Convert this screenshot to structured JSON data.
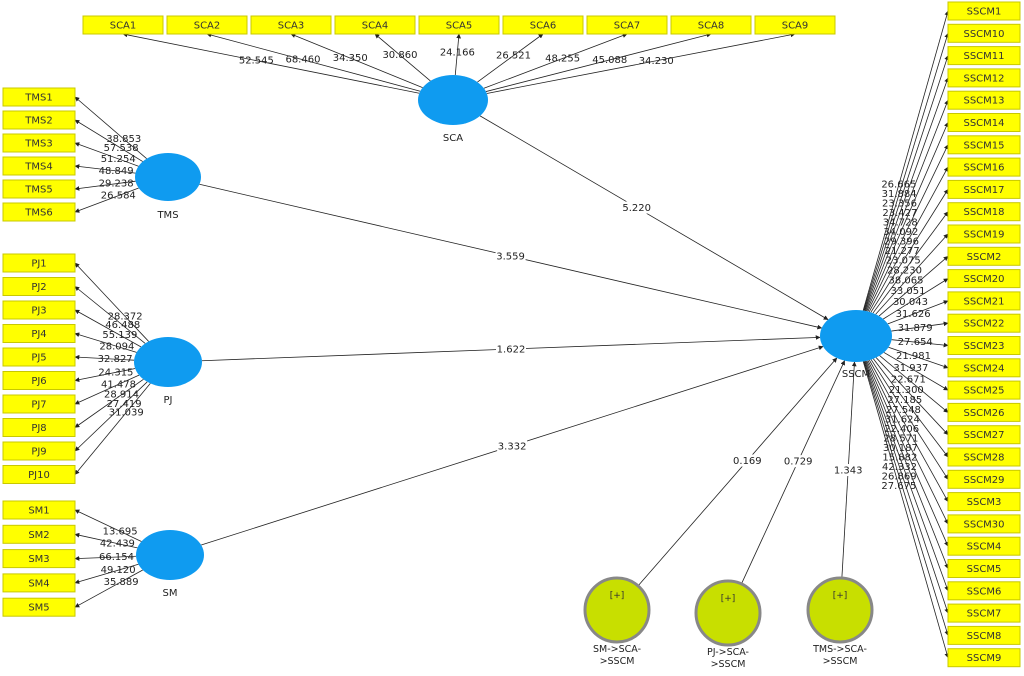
{
  "diagram": {
    "latents": [
      {
        "id": "SCA",
        "label": "SCA"
      },
      {
        "id": "TMS",
        "label": "TMS"
      },
      {
        "id": "PJ",
        "label": "PJ"
      },
      {
        "id": "SM",
        "label": "SM"
      },
      {
        "id": "SSCM",
        "label": "SSCM"
      }
    ],
    "indicators": {
      "SCA": [
        {
          "label": "SCA1",
          "weight": "52.545"
        },
        {
          "label": "SCA2",
          "weight": "68.460"
        },
        {
          "label": "SCA3",
          "weight": "34.350"
        },
        {
          "label": "SCA4",
          "weight": "30.860"
        },
        {
          "label": "SCA5",
          "weight": "24.166"
        },
        {
          "label": "SCA6",
          "weight": "26.521"
        },
        {
          "label": "SCA7",
          "weight": "48.255"
        },
        {
          "label": "SCA8",
          "weight": "45.088"
        },
        {
          "label": "SCA9",
          "weight": "34.230"
        }
      ],
      "TMS": [
        {
          "label": "TMS1",
          "weight": "38.853"
        },
        {
          "label": "TMS2",
          "weight": "57.538"
        },
        {
          "label": "TMS3",
          "weight": "51.254"
        },
        {
          "label": "TMS4",
          "weight": "48.849"
        },
        {
          "label": "TMS5",
          "weight": "29.238"
        },
        {
          "label": "TMS6",
          "weight": "26.584"
        }
      ],
      "PJ": [
        {
          "label": "PJ1",
          "weight": "28.372"
        },
        {
          "label": "PJ2",
          "weight": "46.488"
        },
        {
          "label": "PJ3",
          "weight": "55.139"
        },
        {
          "label": "PJ4",
          "weight": "28.094"
        },
        {
          "label": "PJ5",
          "weight": "32.827"
        },
        {
          "label": "PJ6",
          "weight": "24.315"
        },
        {
          "label": "PJ7",
          "weight": "41.478"
        },
        {
          "label": "PJ8",
          "weight": "28.914"
        },
        {
          "label": "PJ9",
          "weight": "27.419"
        },
        {
          "label": "PJ10",
          "weight": "31.039"
        }
      ],
      "SM": [
        {
          "label": "SM1",
          "weight": "13.695"
        },
        {
          "label": "SM2",
          "weight": "42.439"
        },
        {
          "label": "SM3",
          "weight": "66.154"
        },
        {
          "label": "SM4",
          "weight": "49.120"
        },
        {
          "label": "SM5",
          "weight": "35.889"
        }
      ],
      "SSCM": [
        {
          "label": "SSCM1",
          "weight": "26.665"
        },
        {
          "label": "SSCM10",
          "weight": "31.884"
        },
        {
          "label": "SSCM11",
          "weight": "23.356"
        },
        {
          "label": "SSCM12",
          "weight": "23.427"
        },
        {
          "label": "SSCM13",
          "weight": "34.728"
        },
        {
          "label": "SSCM14",
          "weight": "34.092"
        },
        {
          "label": "SSCM15",
          "weight": "29.396"
        },
        {
          "label": "SSCM16",
          "weight": "21.277"
        },
        {
          "label": "SSCM17",
          "weight": "23.075"
        },
        {
          "label": "SSCM18",
          "weight": "28.230"
        },
        {
          "label": "SSCM19",
          "weight": "38.065"
        },
        {
          "label": "SSCM2",
          "weight": "33.051"
        },
        {
          "label": "SSCM20",
          "weight": "30.043"
        },
        {
          "label": "SSCM21",
          "weight": "31.626"
        },
        {
          "label": "SSCM22",
          "weight": "31.879"
        },
        {
          "label": "SSCM23",
          "weight": "27.654"
        },
        {
          "label": "SSCM24",
          "weight": "21.981"
        },
        {
          "label": "SSCM25",
          "weight": "31.937"
        },
        {
          "label": "SSCM26",
          "weight": "22.671"
        },
        {
          "label": "SSCM27",
          "weight": "21.300"
        },
        {
          "label": "SSCM28",
          "weight": "27.185"
        },
        {
          "label": "SSCM29",
          "weight": "27.548"
        },
        {
          "label": "SSCM3",
          "weight": "31.624"
        },
        {
          "label": "SSCM30",
          "weight": "22.406"
        },
        {
          "label": "SSCM4",
          "weight": "28.571"
        },
        {
          "label": "SSCM5",
          "weight": "30.187"
        },
        {
          "label": "SSCM6",
          "weight": "15.882"
        },
        {
          "label": "SSCM7",
          "weight": "42.332"
        },
        {
          "label": "SSCM8",
          "weight": "26.869"
        },
        {
          "label": "SSCM9",
          "weight": "27.675"
        }
      ]
    },
    "paths": [
      {
        "from": "SCA",
        "to": "SSCM",
        "value": "5.220"
      },
      {
        "from": "TMS",
        "to": "SSCM",
        "value": "3.559"
      },
      {
        "from": "PJ",
        "to": "SSCM",
        "value": "1.622"
      },
      {
        "from": "SM",
        "to": "SSCM",
        "value": "3.332"
      },
      {
        "from": "MOD_SM",
        "to": "SSCM",
        "value": "0.169"
      },
      {
        "from": "MOD_PJ",
        "to": "SSCM",
        "value": "0.729"
      },
      {
        "from": "MOD_TMS",
        "to": "SSCM",
        "value": "1.343"
      }
    ],
    "moderators": [
      {
        "id": "MOD_SM",
        "plus": "[+]",
        "line1": "SM->SCA-",
        "line2": ">SSCM"
      },
      {
        "id": "MOD_PJ",
        "plus": "[+]",
        "line1": "PJ->SCA-",
        "line2": ">SSCM"
      },
      {
        "id": "MOD_TMS",
        "plus": "[+]",
        "line1": "TMS->SCA-",
        "line2": ">SSCM"
      }
    ],
    "colors": {
      "latent": "#0f9bf0",
      "indicator": "#ffff00",
      "moderator": "#c8df00"
    }
  }
}
